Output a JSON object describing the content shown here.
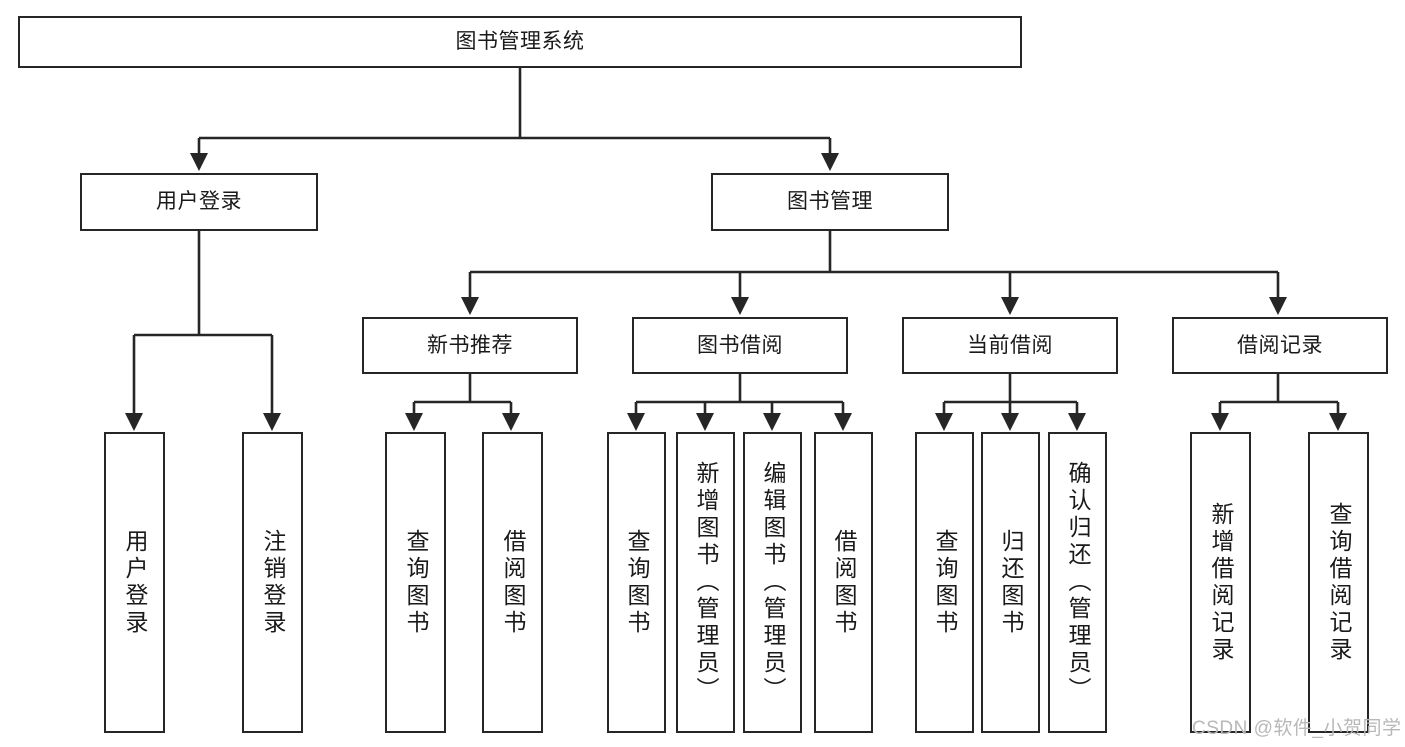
{
  "diagram": {
    "title": "图书管理系统",
    "type": "hierarchy-tree",
    "background_color": "#ffffff",
    "line_color": "#262626",
    "box_border_color": "#262626",
    "text_color": "#1a1a1a"
  },
  "nodes": {
    "root": {
      "label": "图书管理系统",
      "level": 0
    },
    "l1": [
      {
        "id": "user-login",
        "label": "用户登录",
        "level": 1
      },
      {
        "id": "book-manage",
        "label": "图书管理",
        "level": 1
      }
    ],
    "l2": [
      {
        "id": "new-book-recommend",
        "label": "新书推荐",
        "level": 2
      },
      {
        "id": "book-borrow",
        "label": "图书借阅",
        "level": 2
      },
      {
        "id": "current-borrow",
        "label": "当前借阅",
        "level": 2
      },
      {
        "id": "borrow-record",
        "label": "借阅记录",
        "level": 2
      }
    ],
    "leaves": [
      {
        "id": "leaf-user-login",
        "label": "用户登录",
        "parent": "user-login"
      },
      {
        "id": "leaf-logout",
        "label": "注销登录",
        "parent": "user-login"
      },
      {
        "id": "leaf-query-book-1",
        "label": "查询图书",
        "parent": "new-book-recommend"
      },
      {
        "id": "leaf-borrow-book-1",
        "label": "借阅图书",
        "parent": "new-book-recommend"
      },
      {
        "id": "leaf-query-book-2",
        "label": "查询图书",
        "parent": "book-borrow"
      },
      {
        "id": "leaf-add-book",
        "label": "新增图书（管理员）",
        "parent": "book-borrow"
      },
      {
        "id": "leaf-edit-book",
        "label": "编辑图书（管理员）",
        "parent": "book-borrow"
      },
      {
        "id": "leaf-borrow-book-2",
        "label": "借阅图书",
        "parent": "book-borrow"
      },
      {
        "id": "leaf-query-book-3",
        "label": "查询图书",
        "parent": "current-borrow"
      },
      {
        "id": "leaf-return-book",
        "label": "归还图书",
        "parent": "current-borrow"
      },
      {
        "id": "leaf-confirm-return",
        "label": "确认归还（管理员）",
        "parent": "current-borrow"
      },
      {
        "id": "leaf-add-record",
        "label": "新增借阅记录",
        "parent": "borrow-record"
      },
      {
        "id": "leaf-query-record",
        "label": "查询借阅记录",
        "parent": "borrow-record"
      }
    ]
  },
  "watermark": {
    "text": "CSDN @软件_小贺同学"
  }
}
